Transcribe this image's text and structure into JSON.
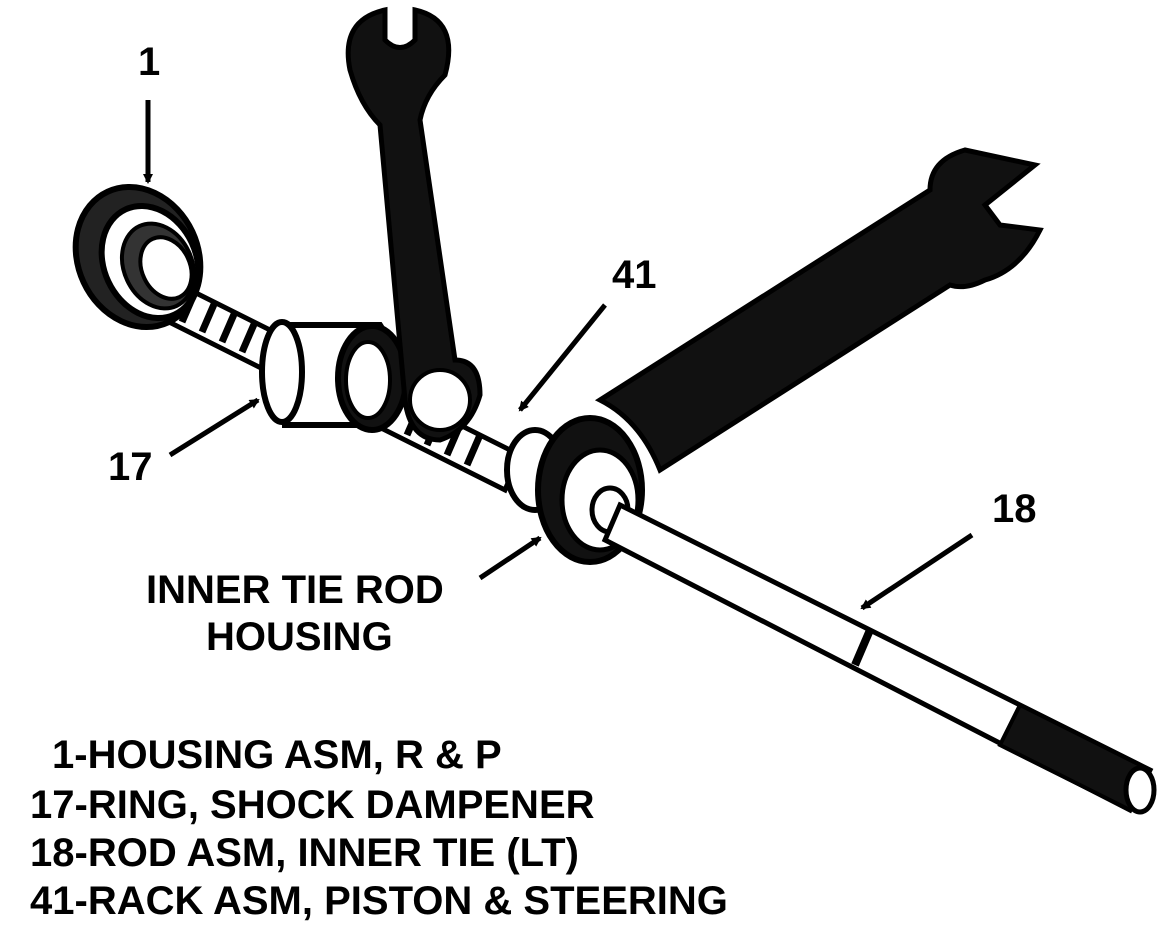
{
  "callouts": {
    "c1": "1",
    "c17": "17",
    "c41": "41",
    "c18": "18"
  },
  "housing_label": {
    "line1": "INNER TIE ROD",
    "line2": "HOUSING"
  },
  "legend": [
    "1-HOUSING ASM, R & P",
    "17-RING, SHOCK DAMPENER",
    "18-ROD ASM, INNER TIE (LT)",
    "41-RACK ASM, PISTON & STEERING"
  ]
}
